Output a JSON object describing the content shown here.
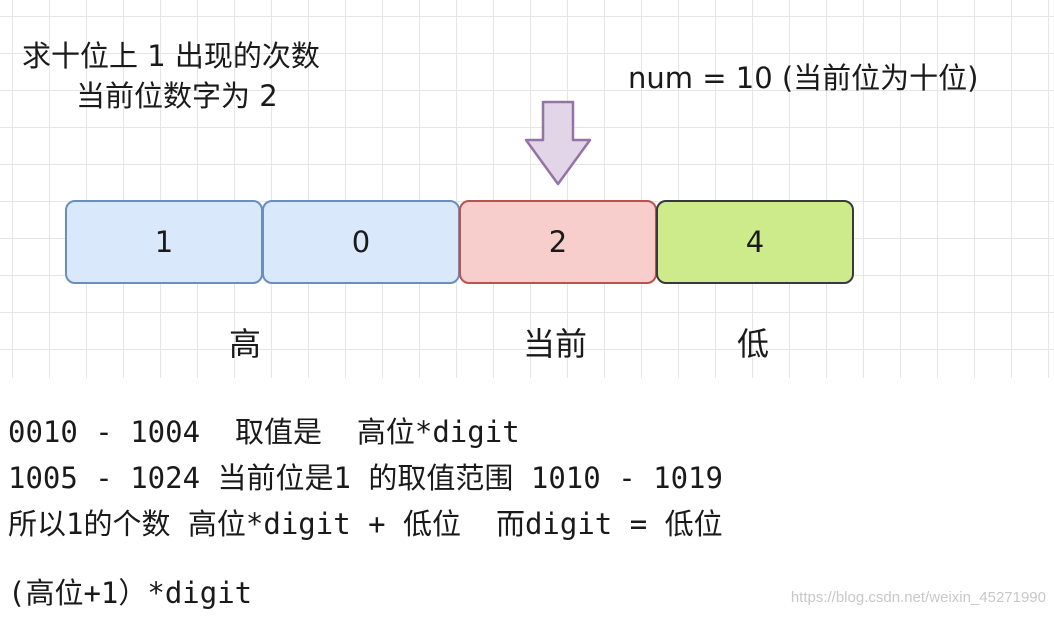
{
  "diagram": {
    "title_line1": "求十位上 1 出现的次数",
    "title_line2": "当前位数字为 2",
    "num_label": "num = 10  (当前位为十位)",
    "digits": [
      "1",
      "0",
      "2",
      "4"
    ],
    "labels": {
      "high": "高",
      "current": "当前",
      "low": "低"
    },
    "colors": {
      "high_fill": "#dae8fc",
      "high_stroke": "#6c8ebf",
      "current_fill": "#f8cecc",
      "current_stroke": "#b85450",
      "low_fill": "#cdeb8b",
      "low_stroke": "#36393d",
      "arrow_fill": "#e1d5e7",
      "arrow_stroke": "#9673a6"
    },
    "arrow_icon": "down-arrow-icon"
  },
  "notes": [
    "0010 - 1004  取值是  高位*digit",
    "1005 - 1024 当前位是1 的取值范围 1010 - 1019",
    "所以1的个数 高位*digit + 低位  而digit = 低位"
  ],
  "formula": "(高位+1）*digit",
  "watermark": "https://blog.csdn.net/weixin_45271990"
}
